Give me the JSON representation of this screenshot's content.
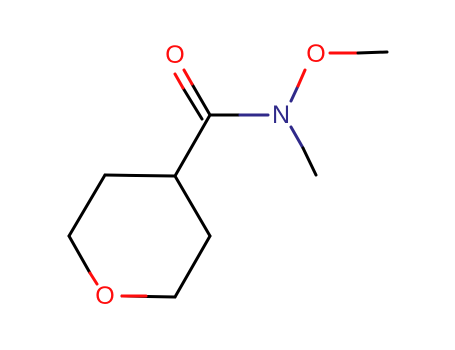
{
  "molecule": {
    "atoms": {
      "carbonyl_oxygen": "O",
      "amide_nitrogen": "N",
      "methoxy_oxygen": "O",
      "ring_oxygen": "O"
    }
  },
  "colors": {
    "background": "#ffffff",
    "carbon_bond": "#000000",
    "oxygen": "#ff0d0d",
    "nitrogen": "#302a8a"
  }
}
